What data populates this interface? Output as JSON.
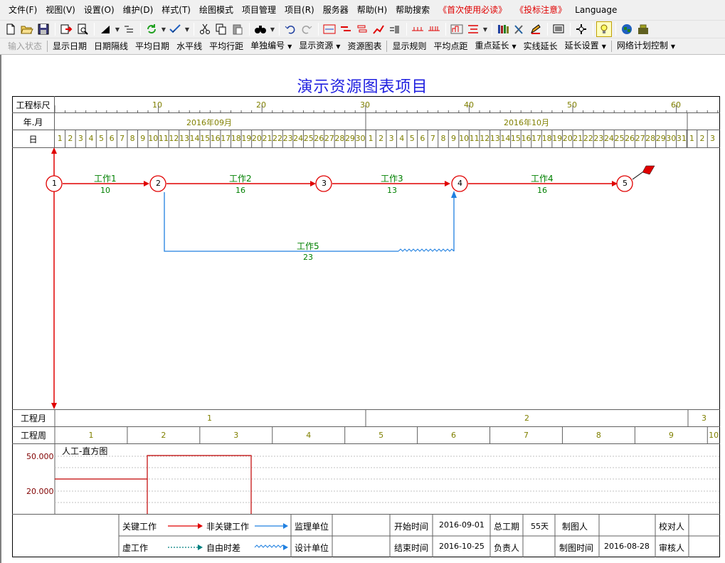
{
  "menu": [
    "文件(F)",
    "视图(V)",
    "设置(O)",
    "维护(D)",
    "样式(T)",
    "绘图模式",
    "项目管理",
    "项目(R)",
    "服务器",
    "帮助(H)",
    "帮助搜索",
    "《首次使用必读》",
    "《投标注意》",
    "Language"
  ],
  "toolbar2": {
    "input_state": "输入状态",
    "show_date": "显示日期",
    "date_divider": "日期隔线",
    "avg_date": "平均日期",
    "horizontal": "水平线",
    "avg_row_spacing": "平均行距",
    "single_numbering": "单独编号",
    "show_resources": "显示资源",
    "resource_chart": "资源图表",
    "show_rules": "显示规则",
    "avg_point_spacing": "平均点距",
    "key_extend": "重点延长",
    "solid_extend": "实线延长",
    "extend_settings": "延长设置",
    "network_control": "网络计划控制"
  },
  "document": {
    "title": "演示资源图表项目"
  },
  "scale": {
    "row_label": "工程标尺",
    "ticks": [
      "10",
      "20",
      "30",
      "40",
      "50",
      "60"
    ]
  },
  "month_row": {
    "label": "年.月",
    "months": [
      "2016年09月",
      "2016年10月"
    ]
  },
  "day_row": {
    "label": "日",
    "sep_days": [
      "1",
      "2",
      "3",
      "4",
      "5",
      "6",
      "7",
      "8",
      "9",
      "10",
      "11",
      "12",
      "13",
      "14",
      "15",
      "16",
      "17",
      "18",
      "19",
      "20",
      "21",
      "22",
      "23",
      "24",
      "25",
      "26",
      "27",
      "28",
      "29",
      "30"
    ],
    "oct_days": [
      "1",
      "2",
      "3",
      "4",
      "5",
      "6",
      "7",
      "8",
      "9",
      "10",
      "11",
      "12",
      "13",
      "14",
      "15",
      "16",
      "17",
      "18",
      "19",
      "20",
      "21",
      "22",
      "23",
      "24",
      "25",
      "26",
      "27",
      "28",
      "29",
      "30",
      "31"
    ],
    "nov_days": [
      "1",
      "2",
      "3"
    ]
  },
  "network": {
    "nodes": [
      "1",
      "2",
      "3",
      "4",
      "5"
    ],
    "tasks": [
      {
        "name": "工作1",
        "duration": "10"
      },
      {
        "name": "工作2",
        "duration": "16"
      },
      {
        "name": "工作3",
        "duration": "13"
      },
      {
        "name": "工作4",
        "duration": "16"
      },
      {
        "name": "工作5",
        "duration": "23"
      }
    ]
  },
  "project_month": {
    "label": "工程月",
    "values": [
      "1",
      "2",
      "3"
    ]
  },
  "project_week": {
    "label": "工程周",
    "values": [
      "1",
      "2",
      "3",
      "4",
      "5",
      "6",
      "7",
      "8",
      "9",
      "10"
    ]
  },
  "histogram": {
    "title": "人工-直方图",
    "y_labels": [
      "50.000",
      "20.000"
    ]
  },
  "legend": {
    "critical": "关键工作",
    "non_critical": "非关键工作",
    "dummy": "虚工作",
    "free_float": "自由时差",
    "supervisor": "监理单位",
    "designer": "设计单位",
    "start_label": "开始时间",
    "start_value": "2016-09-01",
    "end_label": "结束时间",
    "end_value": "2016-10-25",
    "total_label": "总工期",
    "total_value": "55天",
    "owner_label": "负责人",
    "drafter_label": "制图人",
    "draw_time_label": "制图时间",
    "draw_time_value": "2016-08-28",
    "checker_label": "校对人",
    "reviewer_label": "审核人"
  },
  "colors": {
    "critical": "#e00000",
    "non_critical": "#2080e0",
    "title": "#2020e0",
    "scale_text": "#808000"
  }
}
